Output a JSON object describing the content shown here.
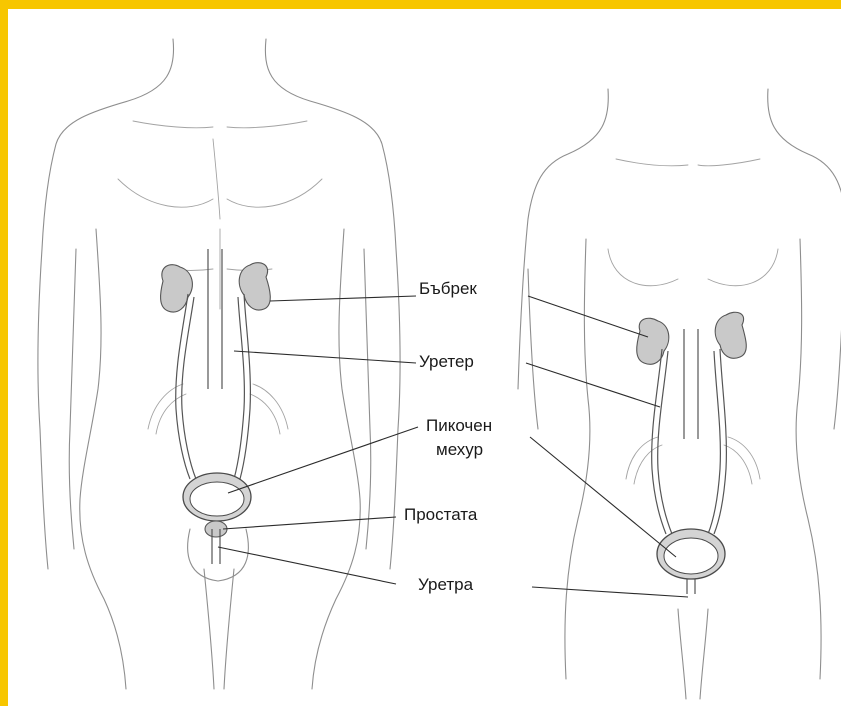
{
  "labels": {
    "kidney": "Бъбрек",
    "ureter": "Уретер",
    "bladder_line1": "Пикочен",
    "bladder_line2": "мехур",
    "prostate": "Простата",
    "urethra": "Уретра"
  },
  "colors": {
    "frame": "#f7c600",
    "organ_fill": "#c9c9c9",
    "outline": "#8e8e8e"
  }
}
